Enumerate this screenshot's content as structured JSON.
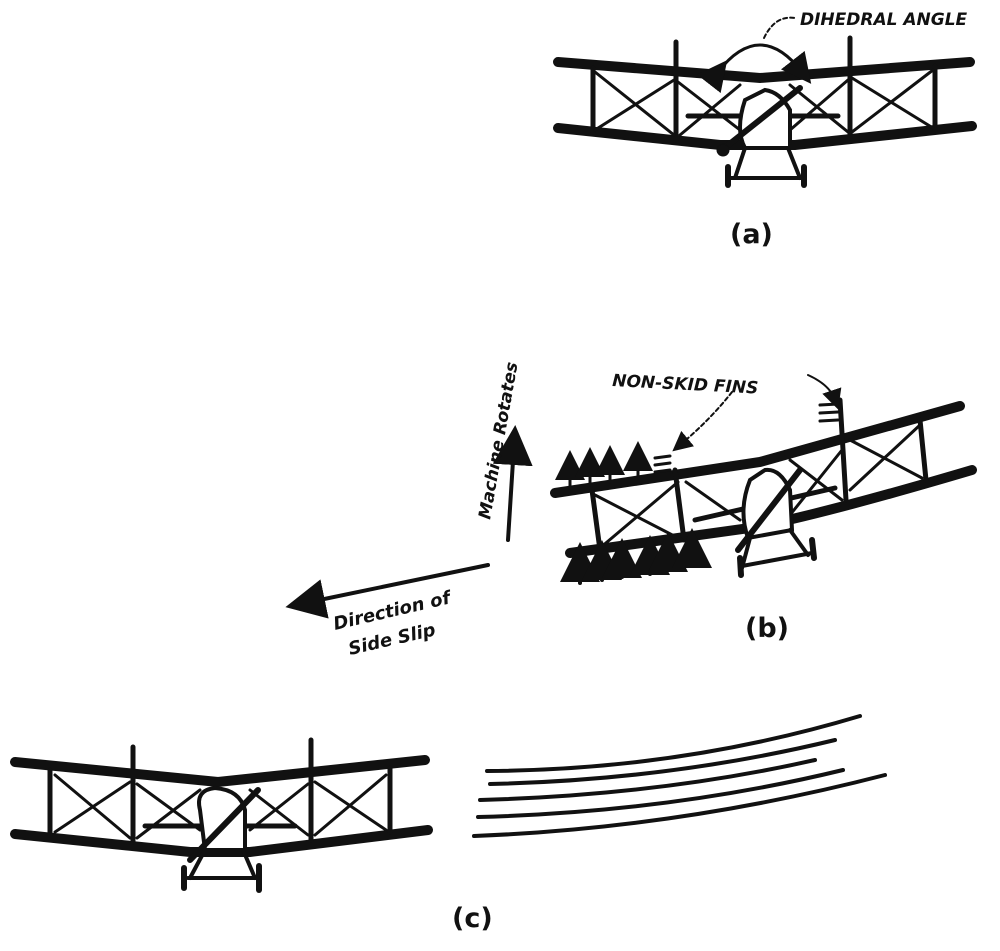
{
  "figure": {
    "ink_color": "#111111",
    "background": "#ffffff",
    "panels": [
      {
        "id": "a",
        "caption": "(a)",
        "annotation": "DIHEDRAL ANGLE",
        "description": "Biplane front view with wings angled upward (dihedral); arc shows dihedral angle"
      },
      {
        "id": "b",
        "caption": "(b)",
        "annotation": "NON-SKID FINS",
        "description": "Tilted biplane side-slipping; lift arrows on lower wing, non-skid fins on upper struts"
      },
      {
        "id": "c",
        "caption": "(c)",
        "description": "Biplane with dihedral and curved airflow streamlines"
      }
    ],
    "arrows": {
      "rotation_label": "Machine Rotates",
      "slip_label_line1": "Direction of",
      "slip_label_line2": "Side Slip"
    }
  }
}
